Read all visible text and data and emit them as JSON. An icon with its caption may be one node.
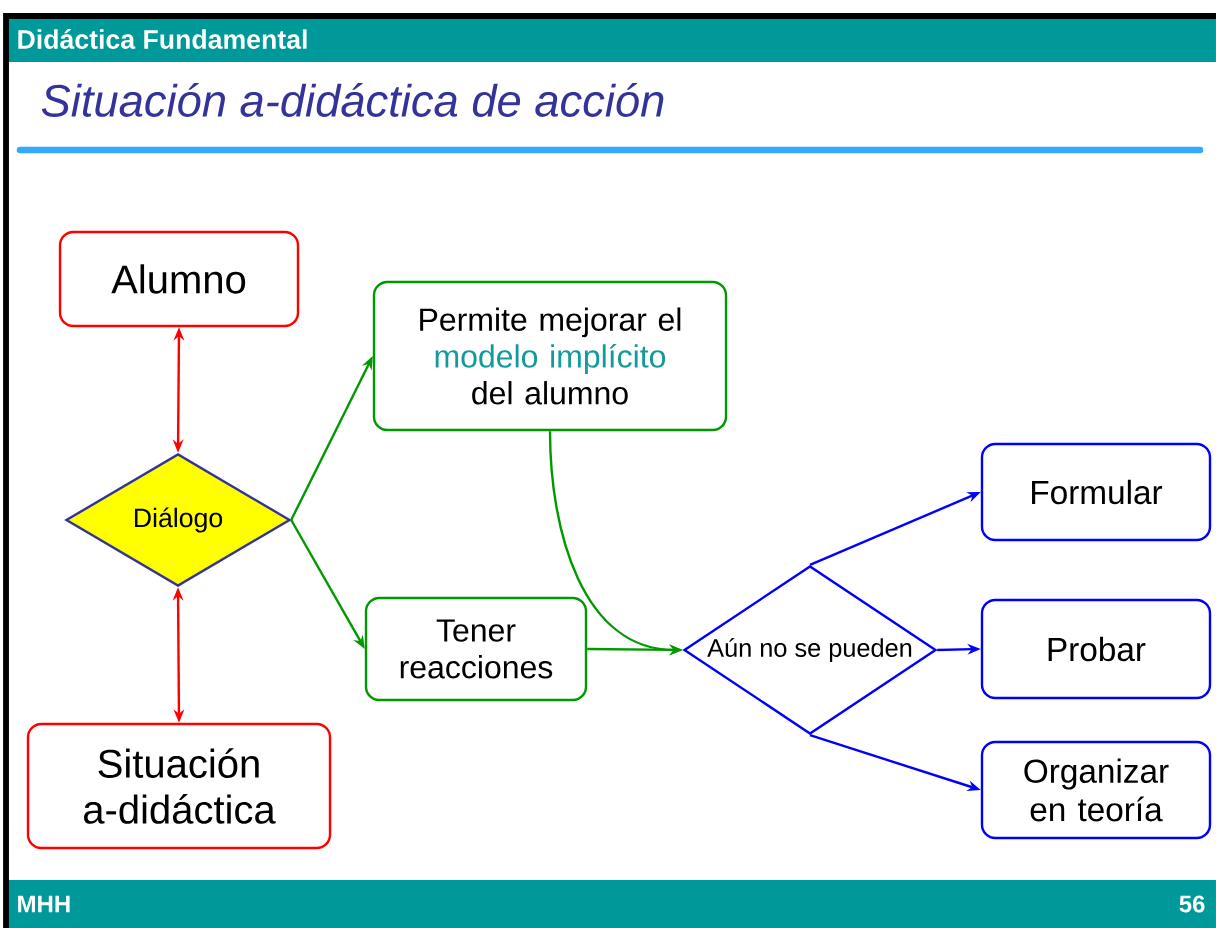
{
  "diagram": {
    "title": "Situación a-didáctica de acción",
    "nodes": [
      {
        "text": [
          "Alumno"
        ]
      },
      {
        "text": [
          "Diálogo"
        ]
      },
      {
        "text": [
          "Situación a-didáctica"
        ]
      },
      {
        "text": [
          "Permite mejorar el",
          "modelo implícito",
          "del alumno"
        ]
      },
      {
        "text": [
          "Tener reacciones"
        ]
      },
      {
        "text": [
          "Aún no se pueden"
        ]
      },
      {
        "text": [
          "Formular"
        ]
      },
      {
        "text": [
          "Probar"
        ]
      },
      {
        "text": [
          "Organizar en teoría"
        ]
      }
    ],
    "edges": [
      {
        "from": 0,
        "to": 1,
        "arrow": "both",
        "color": "#ff0000"
      },
      {
        "from": 1,
        "to": 2,
        "arrow": "both",
        "color": "#ff0000"
      },
      {
        "from": 1,
        "to": 3,
        "arrow": "to"
      },
      {
        "from": 1,
        "to": 4,
        "arrow": "to"
      },
      {
        "from": 3,
        "to": 5,
        "arrow": "to"
      },
      {
        "from": 4,
        "to": 5,
        "arrow": "to"
      },
      {
        "from": 5,
        "to": 6,
        "arrow": "to",
        "color": "#0000ff"
      },
      {
        "from": 5,
        "to": 7,
        "arrow": "to",
        "color": "#0000ff"
      },
      {
        "from": 5,
        "to": 8,
        "arrow": "to",
        "color": "#0000ff"
      }
    ],
    "labels": [
      "Didáctica Fundamental",
      "MHH",
      "56"
    ]
  }
}
